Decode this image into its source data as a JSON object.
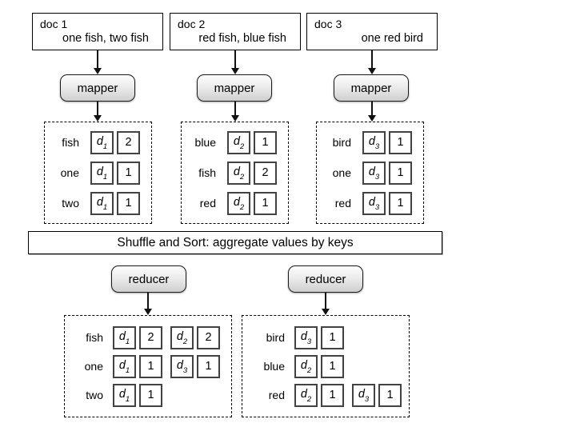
{
  "colors": {
    "line": "#000000",
    "cell_border": "#424242",
    "button_gradient_top": "#fdfdfd",
    "button_gradient_bottom": "#cfcfcf",
    "background": "#ffffff"
  },
  "docs": [
    {
      "title": "doc 1",
      "content": "one fish, two fish"
    },
    {
      "title": "doc 2",
      "content": "red fish, blue fish"
    },
    {
      "title": "doc 3",
      "content": "one red bird"
    }
  ],
  "mapper_label": "mapper",
  "reducer_label": "reducer",
  "shuffle_bar": {
    "label": "Shuffle and Sort: aggregate values by keys"
  },
  "map_outputs": [
    {
      "rows": [
        {
          "key": "fish",
          "pairs": [
            {
              "base": "d",
              "sub": "1",
              "count": "2"
            }
          ]
        },
        {
          "key": "one",
          "pairs": [
            {
              "base": "d",
              "sub": "1",
              "count": "1"
            }
          ]
        },
        {
          "key": "two",
          "pairs": [
            {
              "base": "d",
              "sub": "1",
              "count": "1"
            }
          ]
        }
      ]
    },
    {
      "rows": [
        {
          "key": "blue",
          "pairs": [
            {
              "base": "d",
              "sub": "2",
              "count": "1"
            }
          ]
        },
        {
          "key": "fish",
          "pairs": [
            {
              "base": "d",
              "sub": "2",
              "count": "2"
            }
          ]
        },
        {
          "key": "red",
          "pairs": [
            {
              "base": "d",
              "sub": "2",
              "count": "1"
            }
          ]
        }
      ]
    },
    {
      "rows": [
        {
          "key": "bird",
          "pairs": [
            {
              "base": "d",
              "sub": "3",
              "count": "1"
            }
          ]
        },
        {
          "key": "one",
          "pairs": [
            {
              "base": "d",
              "sub": "3",
              "count": "1"
            }
          ]
        },
        {
          "key": "red",
          "pairs": [
            {
              "base": "d",
              "sub": "3",
              "count": "1"
            }
          ]
        }
      ]
    }
  ],
  "reduce_inputs": [
    {
      "rows": [
        {
          "key": "fish",
          "pairs": [
            {
              "base": "d",
              "sub": "1",
              "count": "2"
            },
            {
              "base": "d",
              "sub": "2",
              "count": "2"
            }
          ]
        },
        {
          "key": "one",
          "pairs": [
            {
              "base": "d",
              "sub": "1",
              "count": "1"
            },
            {
              "base": "d",
              "sub": "3",
              "count": "1"
            }
          ]
        },
        {
          "key": "two",
          "pairs": [
            {
              "base": "d",
              "sub": "1",
              "count": "1"
            }
          ]
        }
      ]
    },
    {
      "rows": [
        {
          "key": "bird",
          "pairs": [
            {
              "base": "d",
              "sub": "3",
              "count": "1"
            }
          ]
        },
        {
          "key": "blue",
          "pairs": [
            {
              "base": "d",
              "sub": "2",
              "count": "1"
            }
          ]
        },
        {
          "key": "red",
          "pairs": [
            {
              "base": "d",
              "sub": "2",
              "count": "1"
            },
            {
              "base": "d",
              "sub": "3",
              "count": "1"
            }
          ]
        }
      ]
    }
  ]
}
